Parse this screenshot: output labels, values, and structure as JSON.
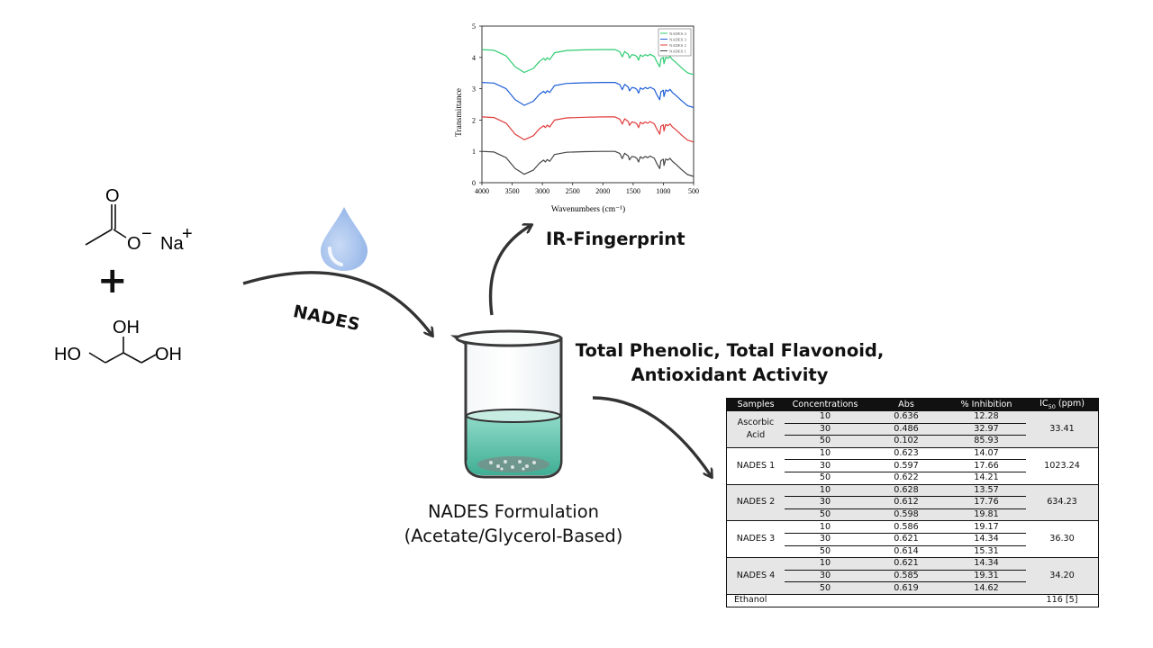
{
  "reactants": {
    "sodium_acetate": {
      "oxygen": "O",
      "anion_oxygen": "O",
      "charge": "−",
      "cation": "Na",
      "cation_charge": "+"
    },
    "plus": "+",
    "glycerol": {
      "oh_top": "OH",
      "oh_left": "HO",
      "oh_right": "OH"
    }
  },
  "arrow_label": "NADES",
  "beaker_caption": {
    "line1": "NADES Formulation",
    "line2": "(Acetate/Glycerol-Based)"
  },
  "ir_label": "IR-Fingerprint",
  "assay_label": {
    "line1": "Total Phenolic, Total Flavonoid,",
    "line2": "Antioxidant Activity"
  },
  "colors": {
    "nades4": "#2ecc71",
    "nades3": "#1f5fd6",
    "nades2": "#e03c3c",
    "nades1": "#444444",
    "drop": "#a9c4ee",
    "liquid": "#5fc4ae"
  },
  "chart_data": {
    "type": "line",
    "xlabel": "Wavenumbers (cm⁻¹)",
    "ylabel": "Transmittance",
    "xlim": [
      4000,
      500
    ],
    "ylim": [
      0,
      5
    ],
    "xticks": [
      4000,
      3500,
      3000,
      2500,
      2000,
      1500,
      1000,
      500
    ],
    "yticks": [
      0,
      1,
      2,
      3,
      4,
      5
    ],
    "legend_position": "top-right",
    "series": [
      {
        "name": "NADES 4",
        "color": "#2ecc71",
        "offset": 3.25
      },
      {
        "name": "NADES 3",
        "color": "#1f5fd6",
        "offset": 2.2
      },
      {
        "name": "NADES 2",
        "color": "#e03c3c",
        "offset": 1.1
      },
      {
        "name": "NADES 1",
        "color": "#444444",
        "offset": 0.0
      }
    ],
    "shape": [
      [
        4000,
        1.0
      ],
      [
        3800,
        0.98
      ],
      [
        3600,
        0.8
      ],
      [
        3450,
        0.45
      ],
      [
        3300,
        0.27
      ],
      [
        3150,
        0.4
      ],
      [
        3050,
        0.62
      ],
      [
        2980,
        0.72
      ],
      [
        2950,
        0.66
      ],
      [
        2920,
        0.74
      ],
      [
        2880,
        0.68
      ],
      [
        2800,
        0.9
      ],
      [
        2600,
        0.97
      ],
      [
        2300,
        0.99
      ],
      [
        2000,
        1.0
      ],
      [
        1800,
        1.0
      ],
      [
        1720,
        0.93
      ],
      [
        1680,
        0.77
      ],
      [
        1640,
        0.94
      ],
      [
        1580,
        0.85
      ],
      [
        1560,
        0.73
      ],
      [
        1520,
        0.84
      ],
      [
        1470,
        0.82
      ],
      [
        1440,
        0.78
      ],
      [
        1410,
        0.66
      ],
      [
        1380,
        0.83
      ],
      [
        1340,
        0.78
      ],
      [
        1300,
        0.84
      ],
      [
        1260,
        0.8
      ],
      [
        1220,
        0.85
      ],
      [
        1150,
        0.78
      ],
      [
        1110,
        0.62
      ],
      [
        1060,
        0.45
      ],
      [
        1040,
        0.7
      ],
      [
        1000,
        0.75
      ],
      [
        990,
        0.55
      ],
      [
        960,
        0.76
      ],
      [
        925,
        0.72
      ],
      [
        890,
        0.78
      ],
      [
        850,
        0.68
      ],
      [
        800,
        0.6
      ],
      [
        700,
        0.42
      ],
      [
        600,
        0.26
      ],
      [
        500,
        0.2
      ]
    ]
  },
  "table": {
    "headers": [
      "Samples",
      "Concentrations",
      "Abs",
      "% Inhibition",
      "IC",
      "50",
      " (ppm)"
    ],
    "groups": [
      {
        "sample": "Ascorbic Acid",
        "ic50": "33.41",
        "rows": [
          [
            "10",
            "0.636",
            "12.28"
          ],
          [
            "30",
            "0.486",
            "32.97"
          ],
          [
            "50",
            "0.102",
            "85.93"
          ]
        ]
      },
      {
        "sample": "NADES 1",
        "ic50": "1023.24",
        "rows": [
          [
            "10",
            "0.623",
            "14.07"
          ],
          [
            "30",
            "0.597",
            "17.66"
          ],
          [
            "50",
            "0.622",
            "14.21"
          ]
        ]
      },
      {
        "sample": "NADES 2",
        "ic50": "634.23",
        "rows": [
          [
            "10",
            "0.628",
            "13.57"
          ],
          [
            "30",
            "0.612",
            "17.76"
          ],
          [
            "50",
            "0.598",
            "19.81"
          ]
        ]
      },
      {
        "sample": "NADES 3",
        "ic50": "36.30",
        "rows": [
          [
            "10",
            "0.586",
            "19.17"
          ],
          [
            "30",
            "0.621",
            "14.34"
          ],
          [
            "50",
            "0.614",
            "15.31"
          ]
        ]
      },
      {
        "sample": "NADES 4",
        "ic50": "34.20",
        "rows": [
          [
            "10",
            "0.621",
            "14.34"
          ],
          [
            "30",
            "0.585",
            "19.31"
          ],
          [
            "50",
            "0.619",
            "14.62"
          ]
        ]
      }
    ],
    "footer": {
      "sample": "Ethanol",
      "ic50": "116 [5]"
    }
  }
}
